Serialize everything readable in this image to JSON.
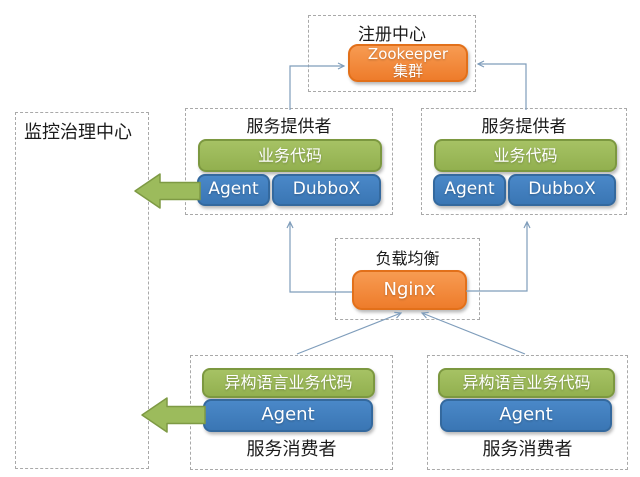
{
  "registry": {
    "title": "注册中心",
    "node_line1": "Zookeeper",
    "node_line2": "集群"
  },
  "monitoring": {
    "title": "监控治理中心"
  },
  "providers": [
    {
      "title": "服务提供者",
      "code": "业务代码",
      "agent": "Agent",
      "rpc": "DubboX"
    },
    {
      "title": "服务提供者",
      "code": "业务代码",
      "agent": "Agent",
      "rpc": "DubboX"
    }
  ],
  "load_balancer": {
    "title": "负载均衡",
    "node": "Nginx"
  },
  "consumers": [
    {
      "title": "服务消费者",
      "code": "异构语言业务代码",
      "agent": "Agent"
    },
    {
      "title": "服务消费者",
      "code": "异构语言业务代码",
      "agent": "Agent"
    }
  ],
  "colors": {
    "orange": "#F0812F",
    "green": "#9BBB59",
    "blue": "#3F7EC0",
    "connector": "#7F9DBB",
    "dashed_border": "#A9A9A9",
    "arrow_green_fill": "#9CBB5C",
    "arrow_green_border": "#7E9A44"
  }
}
